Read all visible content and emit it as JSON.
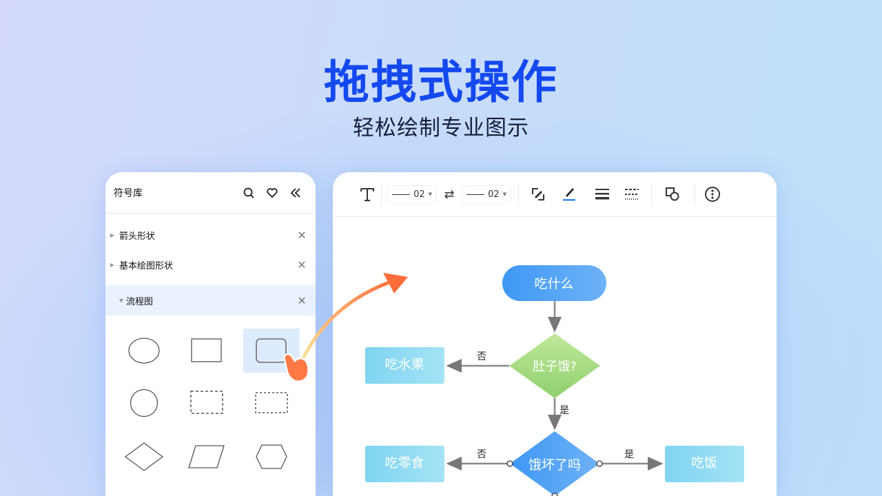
{
  "hero": {
    "title": "拖拽式操作",
    "subtitle": "轻松绘制专业图示"
  },
  "library": {
    "title": "符号库",
    "categories": [
      {
        "label": "箭头形状",
        "expanded": false
      },
      {
        "label": "基本绘图形状",
        "expanded": false
      },
      {
        "label": "流程图",
        "expanded": true
      }
    ]
  },
  "toolbar": {
    "line_start_width": "02",
    "line_end_width": "02"
  },
  "flowchart": {
    "start": "吃什么",
    "decision1": "肚子饿?",
    "left1": "吃水果",
    "decision2": "饿坏了吗",
    "left2": "吃零食",
    "right2": "吃饭",
    "no1": "否",
    "yes1": "是",
    "no2": "否",
    "yes2": "是"
  },
  "colors": {
    "title": "#1449f0",
    "accent": "#4a9cf6",
    "box": "#86d8f2",
    "diamond1": "#a5dc80"
  }
}
